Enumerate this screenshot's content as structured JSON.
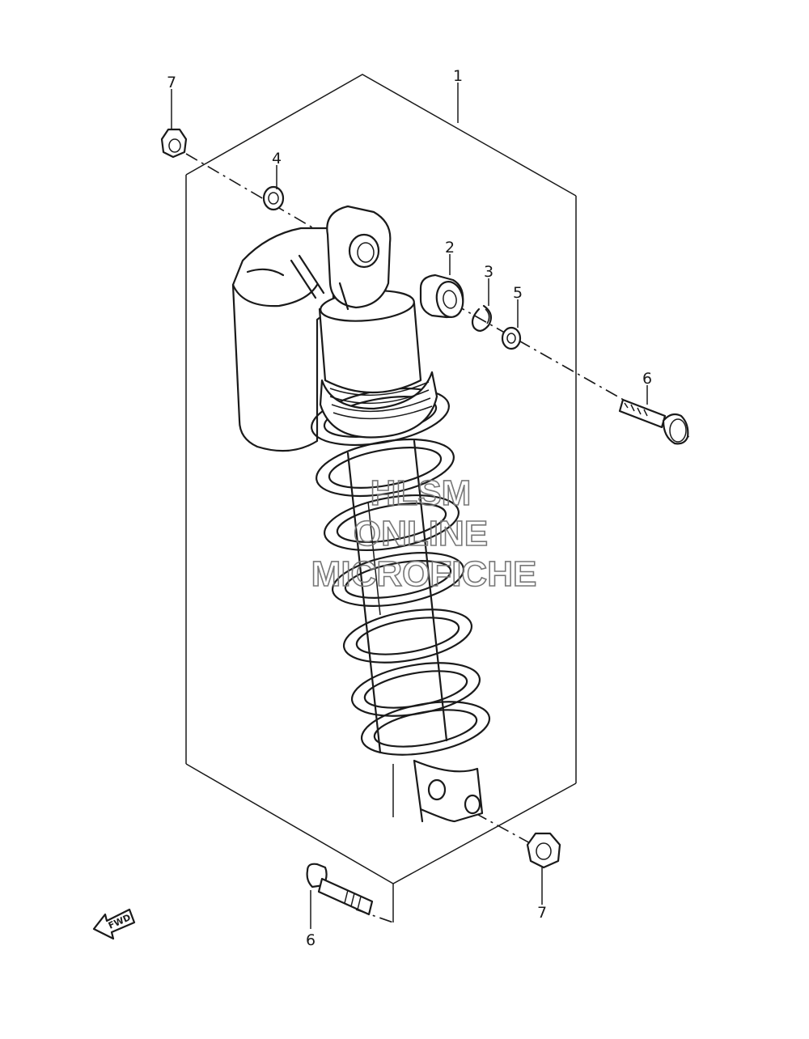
{
  "callouts": {
    "assembly": "1",
    "bushing": "2",
    "circlip": "3",
    "washer_upper": "4",
    "washer_right": "5",
    "bolt_right": "6",
    "bolt_bottom": "6",
    "nut_top": "7",
    "nut_bottom": "7"
  },
  "watermark": {
    "line1": "HLSM",
    "line2": "ONLINE",
    "line3": "MICROFICHE"
  },
  "fwd_label": "FWD"
}
